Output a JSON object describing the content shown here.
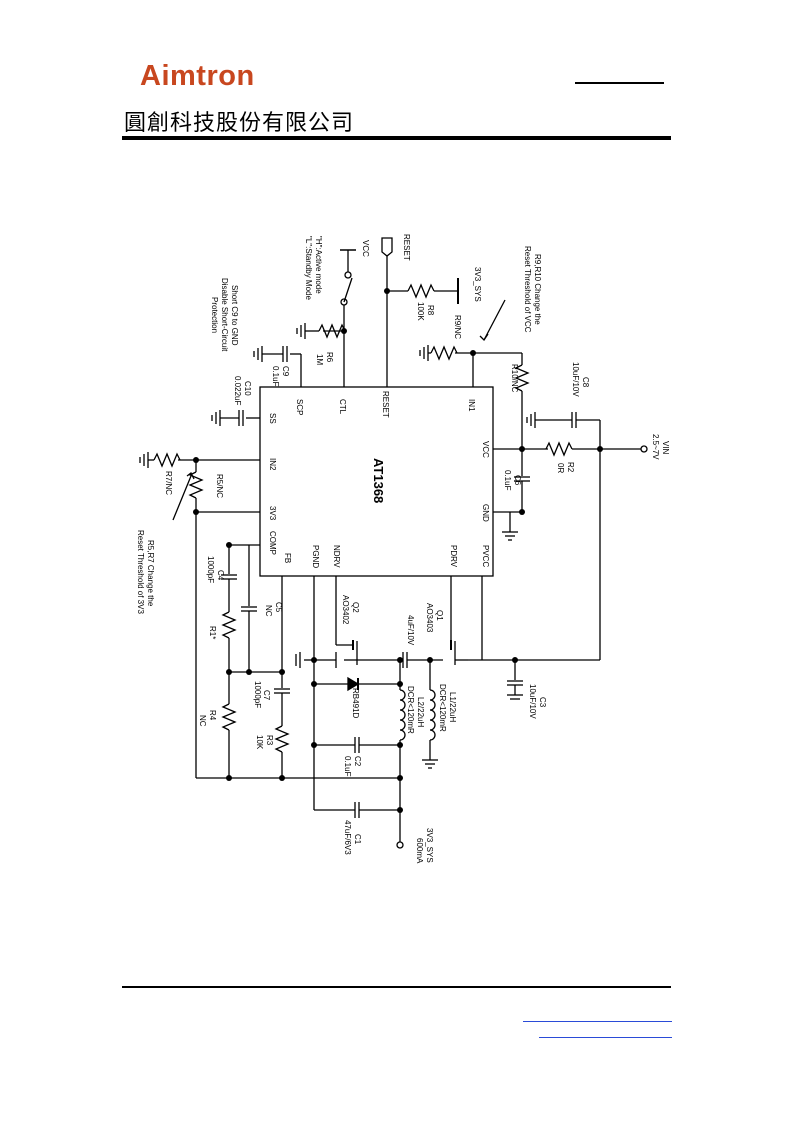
{
  "header": {
    "logo_text": "Aimtron",
    "company_name": "圓創科技股份有限公司"
  },
  "schematic": {
    "chip": "AT1368",
    "pins": {
      "scp": "SCP",
      "ctl": "CTL",
      "reset": "RESET",
      "in1": "IN1",
      "ss": "SS",
      "vcc": "VCC",
      "in2": "IN2",
      "gnd": "GND",
      "v3v3": "3V3",
      "comp": "COMP",
      "fb": "FB",
      "pgnd": "PGND",
      "ndrv": "NDRV",
      "pdrv": "PDRV",
      "pvcc": "PVCC"
    },
    "labels": {
      "vcc_top": "VCC",
      "reset_top": "RESET",
      "h_mode": "\"H\":Active mode",
      "l_mode": "\"L\":Standby Mode",
      "short1": "Short C9 to GND",
      "short2": "Disable Short-Circuit",
      "short3": "Protection",
      "r910_1": "R9,R10 Change the",
      "r910_2": "Reset Threshold of VCC",
      "r57_1": "R5,R7 Change the",
      "r57_2": "Reset Threshold of 3V3",
      "sys_3v3": "3V3_SYS",
      "r8": "R8",
      "r8v": "100K",
      "r9": "R9/NC",
      "r6": "R6",
      "r6v": "1M",
      "c9": "C9",
      "c9v": "0.1uF",
      "c10": "C10",
      "c10v": "0.022uF",
      "r10": "R10/NC",
      "c8": "C8",
      "c8v": "10uF/10V",
      "vin": "VIN",
      "vinv": "2.5~7V",
      "r2": "R2",
      "r2v": "0R",
      "c6": "C6",
      "c6v": "0.1uF",
      "r7": "R7/NC",
      "r5": "R5/NC",
      "c4": "C4",
      "c4v": "1000pF",
      "c5": "C5",
      "c5v": "NC",
      "r1": "R1*",
      "q2": "Q2",
      "q2v": "AO3402",
      "q1": "Q1",
      "q1v": "AO3403",
      "ccap": "4uF/10V",
      "c7": "C7",
      "c7v": "1000pF",
      "r4": "R4",
      "r4v": "NC",
      "r3": "R3",
      "r3v": "10K",
      "d1": "RB491D",
      "l2a": "L2/22uH",
      "l2b": "DCR<120mR",
      "l1a": "L1/22uH",
      "l1b": "DCR<120mR",
      "c3": "C3",
      "c3v": "10uF/10V",
      "c2": "C2",
      "c2v": "0.1uF",
      "c1": "C1",
      "c1v": "47uF/6V3",
      "out1": "3V3_SYS",
      "out2": "600mA"
    }
  }
}
